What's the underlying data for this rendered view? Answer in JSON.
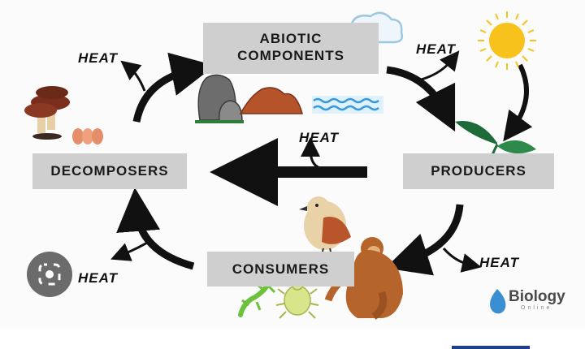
{
  "boxes": {
    "abiotic_line1": "ABIOTIC",
    "abiotic_line2": "COMPONENTS",
    "decomposers": "DECOMPOSERS",
    "producers": "PRODUCERS",
    "consumers": "CONSUMERS"
  },
  "heat_labels": [
    "HEAT",
    "HEAT",
    "HEAT",
    "HEAT",
    "HEAT"
  ],
  "watermark": {
    "brand": "Biology",
    "sub": "Online"
  },
  "colors": {
    "box_fill": "#cfcfcf",
    "arrow": "#111111",
    "sun": "#f7c21c",
    "leaf": "#1e6b3a",
    "water": "#3a9ad9",
    "soil": "#b5532a",
    "rock": "#6d6d6d",
    "monkey": "#b5652b"
  },
  "icons": [
    "cloud-icon",
    "sun-icon",
    "leaf-icon",
    "rock-icon",
    "soil-icon",
    "water-icon",
    "mushroom-icon",
    "bacteria-icon",
    "bird-icon",
    "monkey-icon",
    "lizard-icon",
    "bug-icon",
    "lens-search-icon"
  ]
}
